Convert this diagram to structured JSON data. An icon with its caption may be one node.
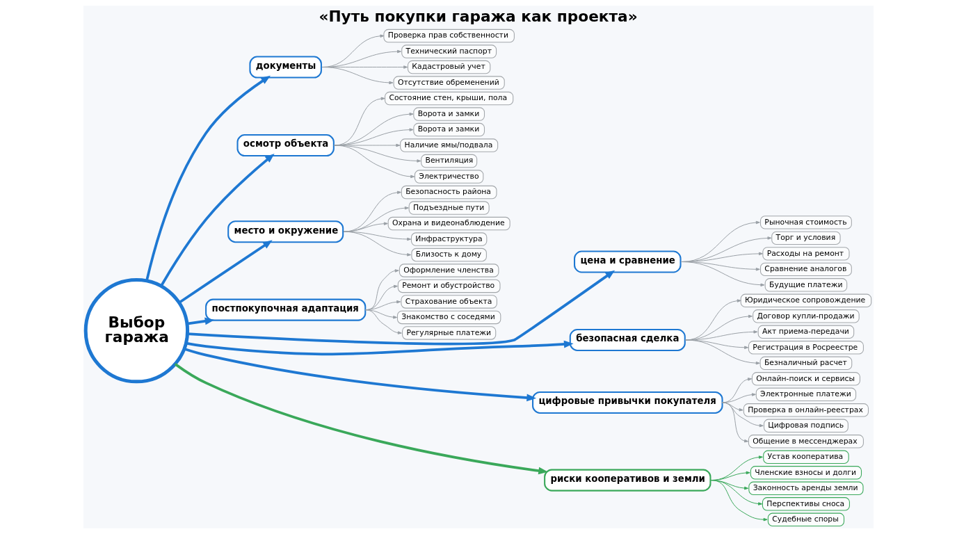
{
  "diagram": {
    "title": "«Путь покупки гаража как проекта»",
    "nodes": [
      {
        "text": [
          "Выбор гаража"
        ]
      },
      {
        "text": [
          "документы"
        ]
      },
      {
        "text": [
          "Проверка прав собственности"
        ]
      },
      {
        "text": [
          "Технический паспорт"
        ]
      },
      {
        "text": [
          "Кадастровый учет"
        ]
      },
      {
        "text": [
          "Отсутствие обременений"
        ]
      },
      {
        "text": [
          "осмотр объекта"
        ]
      },
      {
        "text": [
          "Состояние стен, крыши, пола"
        ]
      },
      {
        "text": [
          "Ворота и замки"
        ]
      },
      {
        "text": [
          "Ворота и замки"
        ]
      },
      {
        "text": [
          "Наличие ямы/подвала"
        ]
      },
      {
        "text": [
          "Вентиляция"
        ]
      },
      {
        "text": [
          "Электричество"
        ]
      },
      {
        "text": [
          "место и окружение"
        ]
      },
      {
        "text": [
          "Безопасность района"
        ]
      },
      {
        "text": [
          "Подъездные пути"
        ]
      },
      {
        "text": [
          "Охрана и видеонаблюдение"
        ]
      },
      {
        "text": [
          "Инфраструктура"
        ]
      },
      {
        "text": [
          "Близость к дому"
        ]
      },
      {
        "text": [
          "постпокупочная адаптация"
        ]
      },
      {
        "text": [
          "Оформление членства"
        ]
      },
      {
        "text": [
          "Ремонт и обустройство"
        ]
      },
      {
        "text": [
          "Страхование объекта"
        ]
      },
      {
        "text": [
          "Знакомство с соседями"
        ]
      },
      {
        "text": [
          "Регулярные платежи"
        ]
      },
      {
        "text": [
          "цена и сравнение"
        ]
      },
      {
        "text": [
          "Рыночная стоимость"
        ]
      },
      {
        "text": [
          "Торг и условия"
        ]
      },
      {
        "text": [
          "Расходы на ремонт"
        ]
      },
      {
        "text": [
          "Сравнение аналогов"
        ]
      },
      {
        "text": [
          "Будущие платежи"
        ]
      },
      {
        "text": [
          "безопасная сделка"
        ]
      },
      {
        "text": [
          "Юридическое сопровождение"
        ]
      },
      {
        "text": [
          "Договор купли-продажи"
        ]
      },
      {
        "text": [
          "Акт приема-передачи"
        ]
      },
      {
        "text": [
          "Регистрация в Росреестре"
        ]
      },
      {
        "text": [
          "Безналичный расчет"
        ]
      },
      {
        "text": [
          "цифровые привычки покупателя"
        ]
      },
      {
        "text": [
          "Онлайн-поиск и сервисы"
        ]
      },
      {
        "text": [
          "Электронные платежи"
        ]
      },
      {
        "text": [
          "Проверка в онлайн-реестрах"
        ]
      },
      {
        "text": [
          "Цифровая подпись"
        ]
      },
      {
        "text": [
          "Общение в мессенджерах"
        ]
      },
      {
        "text": [
          "риски кооперативов и земли"
        ]
      },
      {
        "text": [
          "Устав кооператива"
        ]
      },
      {
        "text": [
          "Членские взносы и долги"
        ]
      },
      {
        "text": [
          "Законность аренды земли"
        ]
      },
      {
        "text": [
          "Перспективы сноса"
        ]
      },
      {
        "text": [
          "Судебные споры"
        ]
      }
    ],
    "edges": [
      {
        "from": 0,
        "to": 1,
        "arrow": "to",
        "style": "thick",
        "color": "#1e78d2"
      },
      {
        "from": 0,
        "to": 6,
        "arrow": "to",
        "style": "thick",
        "color": "#1e78d2"
      },
      {
        "from": 0,
        "to": 13,
        "arrow": "to",
        "style": "thick",
        "color": "#1e78d2"
      },
      {
        "from": 0,
        "to": 19,
        "arrow": "to",
        "style": "thick",
        "color": "#1e78d2"
      },
      {
        "from": 0,
        "to": 25,
        "arrow": "to",
        "style": "thick",
        "color": "#1e78d2"
      },
      {
        "from": 0,
        "to": 31,
        "arrow": "to",
        "style": "thick",
        "color": "#1e78d2"
      },
      {
        "from": 0,
        "to": 37,
        "arrow": "to",
        "style": "thick",
        "color": "#1e78d2"
      },
      {
        "from": 0,
        "to": 43,
        "arrow": "to",
        "style": "thick",
        "color": "#3aa85a"
      },
      {
        "from": 1,
        "to": 2,
        "arrow": "to"
      },
      {
        "from": 1,
        "to": 3,
        "arrow": "to"
      },
      {
        "from": 1,
        "to": 4,
        "arrow": "to"
      },
      {
        "from": 1,
        "to": 5,
        "arrow": "to"
      },
      {
        "from": 6,
        "to": 7,
        "arrow": "to"
      },
      {
        "from": 6,
        "to": 8,
        "arrow": "to"
      },
      {
        "from": 6,
        "to": 9,
        "arrow": "to"
      },
      {
        "from": 6,
        "to": 10,
        "arrow": "to"
      },
      {
        "from": 6,
        "to": 11,
        "arrow": "to"
      },
      {
        "from": 6,
        "to": 12,
        "arrow": "to"
      },
      {
        "from": 13,
        "to": 14,
        "arrow": "to"
      },
      {
        "from": 13,
        "to": 15,
        "arrow": "to"
      },
      {
        "from": 13,
        "to": 16,
        "arrow": "to"
      },
      {
        "from": 13,
        "to": 17,
        "arrow": "to"
      },
      {
        "from": 13,
        "to": 18,
        "arrow": "to"
      },
      {
        "from": 19,
        "to": 20,
        "arrow": "to"
      },
      {
        "from": 19,
        "to": 21,
        "arrow": "to"
      },
      {
        "from": 19,
        "to": 22,
        "arrow": "to"
      },
      {
        "from": 19,
        "to": 23,
        "arrow": "to"
      },
      {
        "from": 19,
        "to": 24,
        "arrow": "to"
      },
      {
        "from": 25,
        "to": 26,
        "arrow": "to"
      },
      {
        "from": 25,
        "to": 27,
        "arrow": "to"
      },
      {
        "from": 25,
        "to": 28,
        "arrow": "to"
      },
      {
        "from": 25,
        "to": 29,
        "arrow": "to"
      },
      {
        "from": 25,
        "to": 30,
        "arrow": "to"
      },
      {
        "from": 31,
        "to": 32,
        "arrow": "to"
      },
      {
        "from": 31,
        "to": 33,
        "arrow": "to"
      },
      {
        "from": 31,
        "to": 34,
        "arrow": "to"
      },
      {
        "from": 31,
        "to": 35,
        "arrow": "to"
      },
      {
        "from": 31,
        "to": 36,
        "arrow": "to"
      },
      {
        "from": 37,
        "to": 38,
        "arrow": "to"
      },
      {
        "from": 37,
        "to": 39,
        "arrow": "to"
      },
      {
        "from": 37,
        "to": 40,
        "arrow": "to"
      },
      {
        "from": 37,
        "to": 41,
        "arrow": "to"
      },
      {
        "from": 37,
        "to": 42,
        "arrow": "to"
      },
      {
        "from": 43,
        "to": 44,
        "arrow": "to",
        "color": "#3aa85a"
      },
      {
        "from": 43,
        "to": 45,
        "arrow": "to",
        "color": "#3aa85a"
      },
      {
        "from": 43,
        "to": 46,
        "arrow": "to",
        "color": "#3aa85a"
      },
      {
        "from": 43,
        "to": 47,
        "arrow": "to",
        "color": "#3aa85a"
      },
      {
        "from": 43,
        "to": 48,
        "arrow": "to",
        "color": "#3aa85a"
      }
    ]
  }
}
